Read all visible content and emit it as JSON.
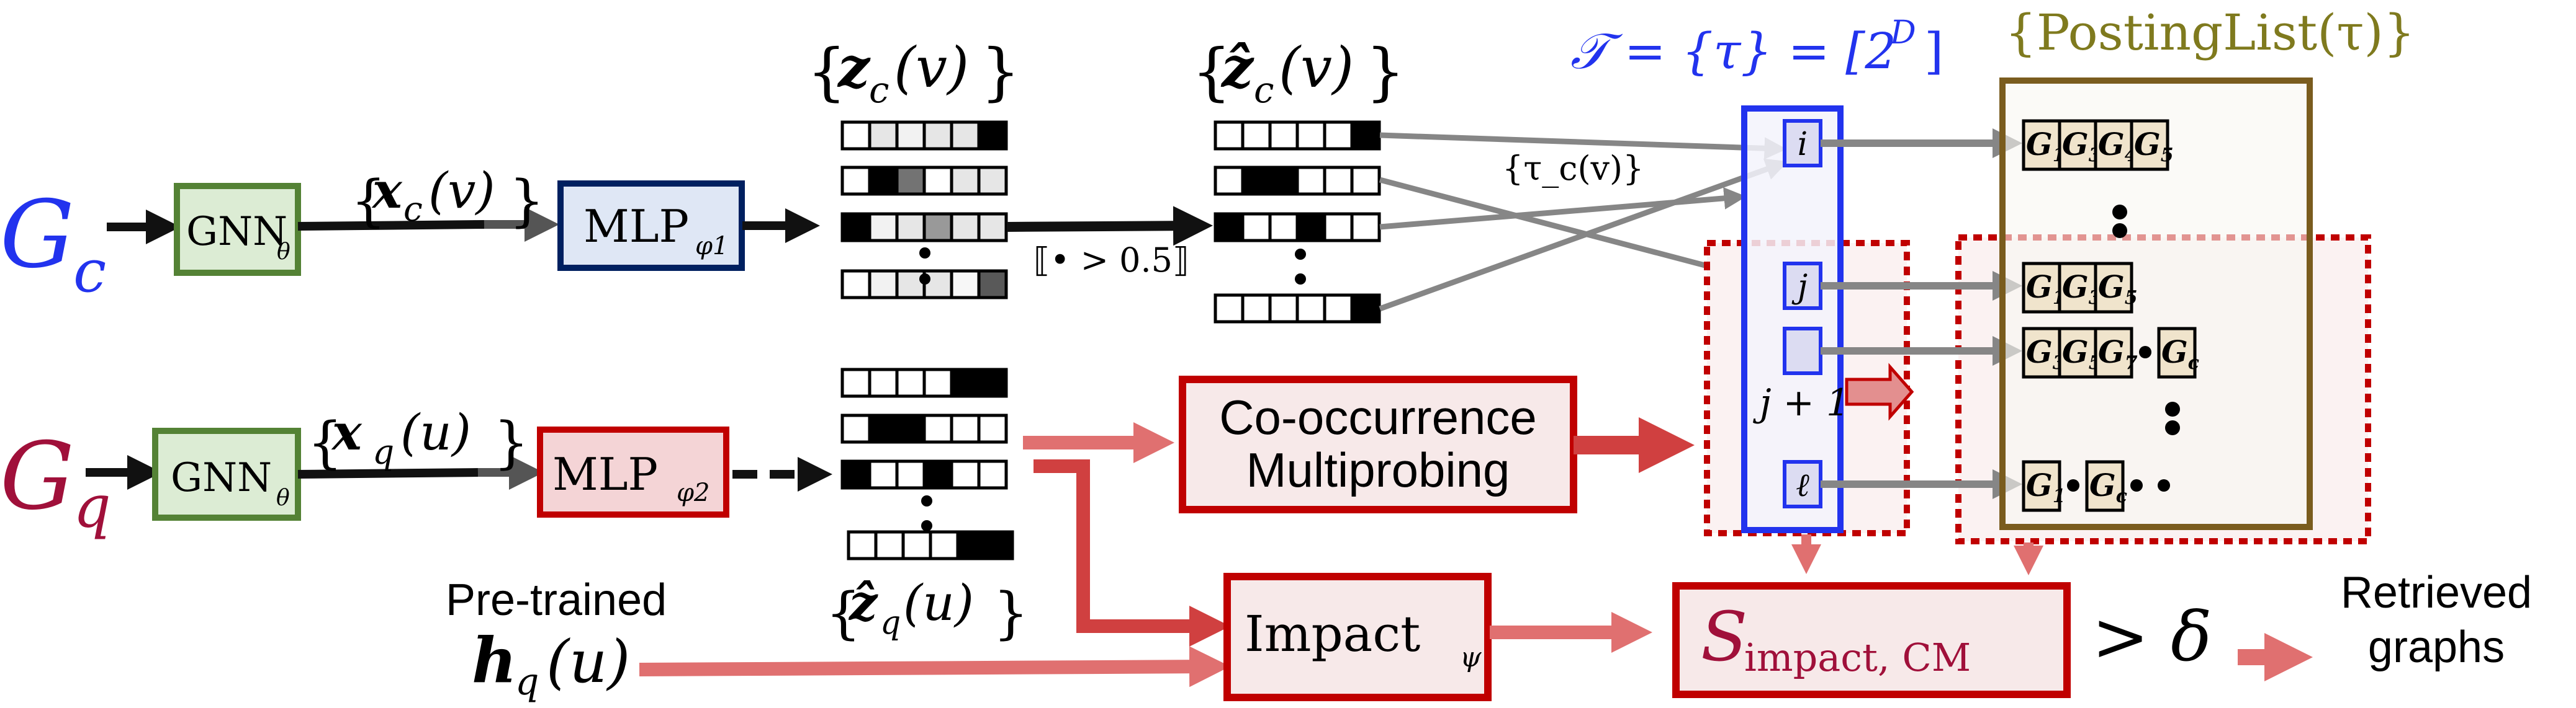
{
  "colors": {
    "blue": "#2233ee",
    "crimson": "#a0103a",
    "red": "#c00000",
    "red_light": "#e07070",
    "red_mid": "#d04040",
    "green": "#548235",
    "green_fill": "#dcecd4",
    "navy": "#002060",
    "blue_fill": "#dfe7f5",
    "olive": "#7f7a1e",
    "brown": "#7a5c1e",
    "posting_fill": "#f0e4cc",
    "gray_arrow": "#868686"
  },
  "corpus": {
    "graph_label": "G",
    "graph_sub": "c",
    "gnn_label": "GNN",
    "gnn_sub": "θ",
    "embedding_label": "{x_c(v)}",
    "embedding_parts": {
      "open": "{",
      "x": "x",
      "sub": "c",
      "arg": "(v)",
      "close": "}"
    },
    "mlp_label": "MLP",
    "mlp_sub": "φ1",
    "relaxed_label": "{z_c(v)}",
    "relaxed_parts": {
      "z": "z",
      "sub": "c",
      "arg": "(v)"
    },
    "binary_label": "{ẑ_c(v)}",
    "binary_parts": {
      "z": "ẑ",
      "sub": "c",
      "arg": "(v)"
    },
    "threshold_label": "⟦• > 0.5⟧",
    "hash_label": "{τ_c(v)}",
    "relaxed_vectors": [
      [
        0.0,
        0.1,
        0.05,
        0.1,
        0.1,
        1.0
      ],
      [
        0.0,
        1.0,
        0.55,
        0.0,
        0.1,
        0.1
      ],
      [
        1.0,
        0.05,
        0.1,
        0.4,
        0.1,
        0.1
      ],
      [
        0.0,
        0.05,
        0.1,
        0.1,
        0.03,
        0.65
      ]
    ],
    "binary_vectors": [
      [
        0,
        0,
        0,
        0,
        0,
        1
      ],
      [
        0,
        1,
        1,
        0,
        0,
        0
      ],
      [
        1,
        0,
        0,
        1,
        0,
        0
      ],
      [
        0,
        0,
        0,
        0,
        0,
        1
      ]
    ]
  },
  "query": {
    "graph_label": "G",
    "graph_sub": "q",
    "gnn_label": "GNN",
    "gnn_sub": "θ",
    "embedding_parts": {
      "x": "x",
      "sub": "q",
      "arg": "(u)"
    },
    "mlp_label": "MLP",
    "mlp_sub": "φ2",
    "binary_parts": {
      "z": "ẑ",
      "sub": "q",
      "arg": "(u)"
    },
    "binary_vectors": [
      [
        0,
        0,
        0,
        0,
        1,
        1
      ],
      [
        0,
        1,
        1,
        0,
        0,
        0
      ],
      [
        1,
        0,
        0,
        1,
        0,
        0
      ],
      [
        0,
        0,
        0,
        0,
        1,
        1
      ]
    ],
    "pretrained_label": "Pre-trained",
    "h_parts": {
      "h": "h",
      "sub": "q",
      "arg": "(u)"
    }
  },
  "buckets": {
    "title": "𝒯 = {τ} = [2",
    "title_sup": "D",
    "title_close": "]",
    "items": [
      {
        "label": "i"
      },
      {
        "label": "j"
      },
      {
        "label": ""
      },
      {
        "label": "ℓ"
      }
    ],
    "next_label": "j + 1"
  },
  "posting": {
    "title": "{PostingList(τ)}",
    "lists": [
      [
        "G1",
        "G3",
        "G4",
        "G5"
      ],
      [
        "G1",
        "G3",
        "G5"
      ],
      [
        "G3",
        "G5",
        "G7",
        "•",
        "Gc"
      ],
      [
        "G1",
        "•",
        "Gc",
        "•",
        "•"
      ]
    ]
  },
  "modules": {
    "cooccurrence_line1": "Co-occurrence",
    "cooccurrence_line2": "Multiprobing",
    "impact_label": "Impact",
    "impact_sub": "ψ",
    "score_label": "S",
    "score_sub": "impact, CM",
    "gt_delta": "> δ",
    "retrieved_line1": "Retrieved",
    "retrieved_line2": "graphs"
  }
}
